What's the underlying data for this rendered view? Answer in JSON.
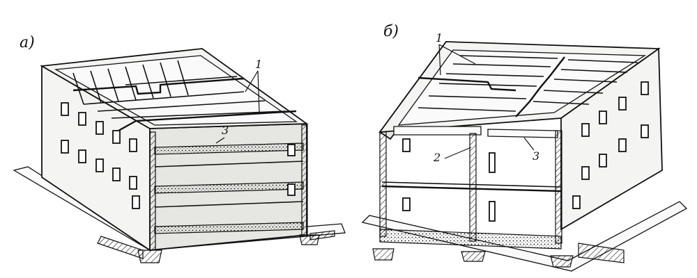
{
  "panels": [
    {
      "id": "a",
      "label": "а)",
      "callouts": [
        "1",
        "3"
      ]
    },
    {
      "id": "b",
      "label": "б)",
      "callouts": [
        "1",
        "2",
        "3"
      ]
    }
  ]
}
